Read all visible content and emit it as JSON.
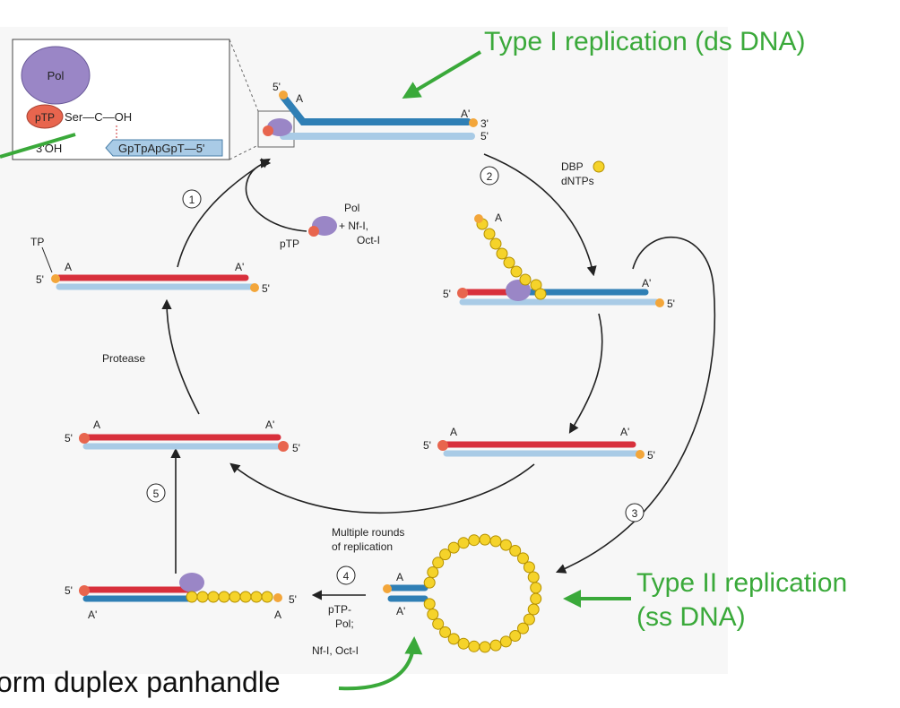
{
  "colors": {
    "red_strand": "#d8303c",
    "dark_blue_strand": "#2f7fb5",
    "light_blue_strand": "#a9cbe6",
    "tp_orange": "#f3a63a",
    "ptp_red": "#e8654e",
    "pol_purple": "#9a86c6",
    "dbp_yellow": "#f5d32a",
    "annotation_green": "#3aa93a"
  },
  "callouts": {
    "type1": "Type I replication (ds DNA)",
    "type2_line1": "Type II replication",
    "type2_line2": "(ss DNA)",
    "panhandle": "orm duplex panhandle"
  },
  "inset": {
    "pol": "Pol",
    "ptp": "pTP",
    "ser_chain": "Ser—C—OH",
    "oh3": "3'OH",
    "seq": "GpTpApGpT—5'"
  },
  "labels": {
    "five_prime": "5'",
    "three_prime": "3'",
    "a": "A",
    "a_prime": "A'",
    "tp": "TP",
    "pol": "Pol",
    "ptp": "pTP",
    "nf1_plus": "+ Nf-I,",
    "oct1": "Oct-I",
    "dbp": "DBP",
    "dntps": "dNTPs",
    "protease": "Protease",
    "multiple_rounds_1": "Multiple rounds",
    "multiple_rounds_2": "of replication",
    "ptp_dash": "pTP-",
    "pol_semi": "Pol;",
    "nf1_oct1": "Nf-I, Oct-I"
  },
  "steps": {
    "s1": "1",
    "s2": "2",
    "s3": "3",
    "s4": "4",
    "s5": "5"
  }
}
